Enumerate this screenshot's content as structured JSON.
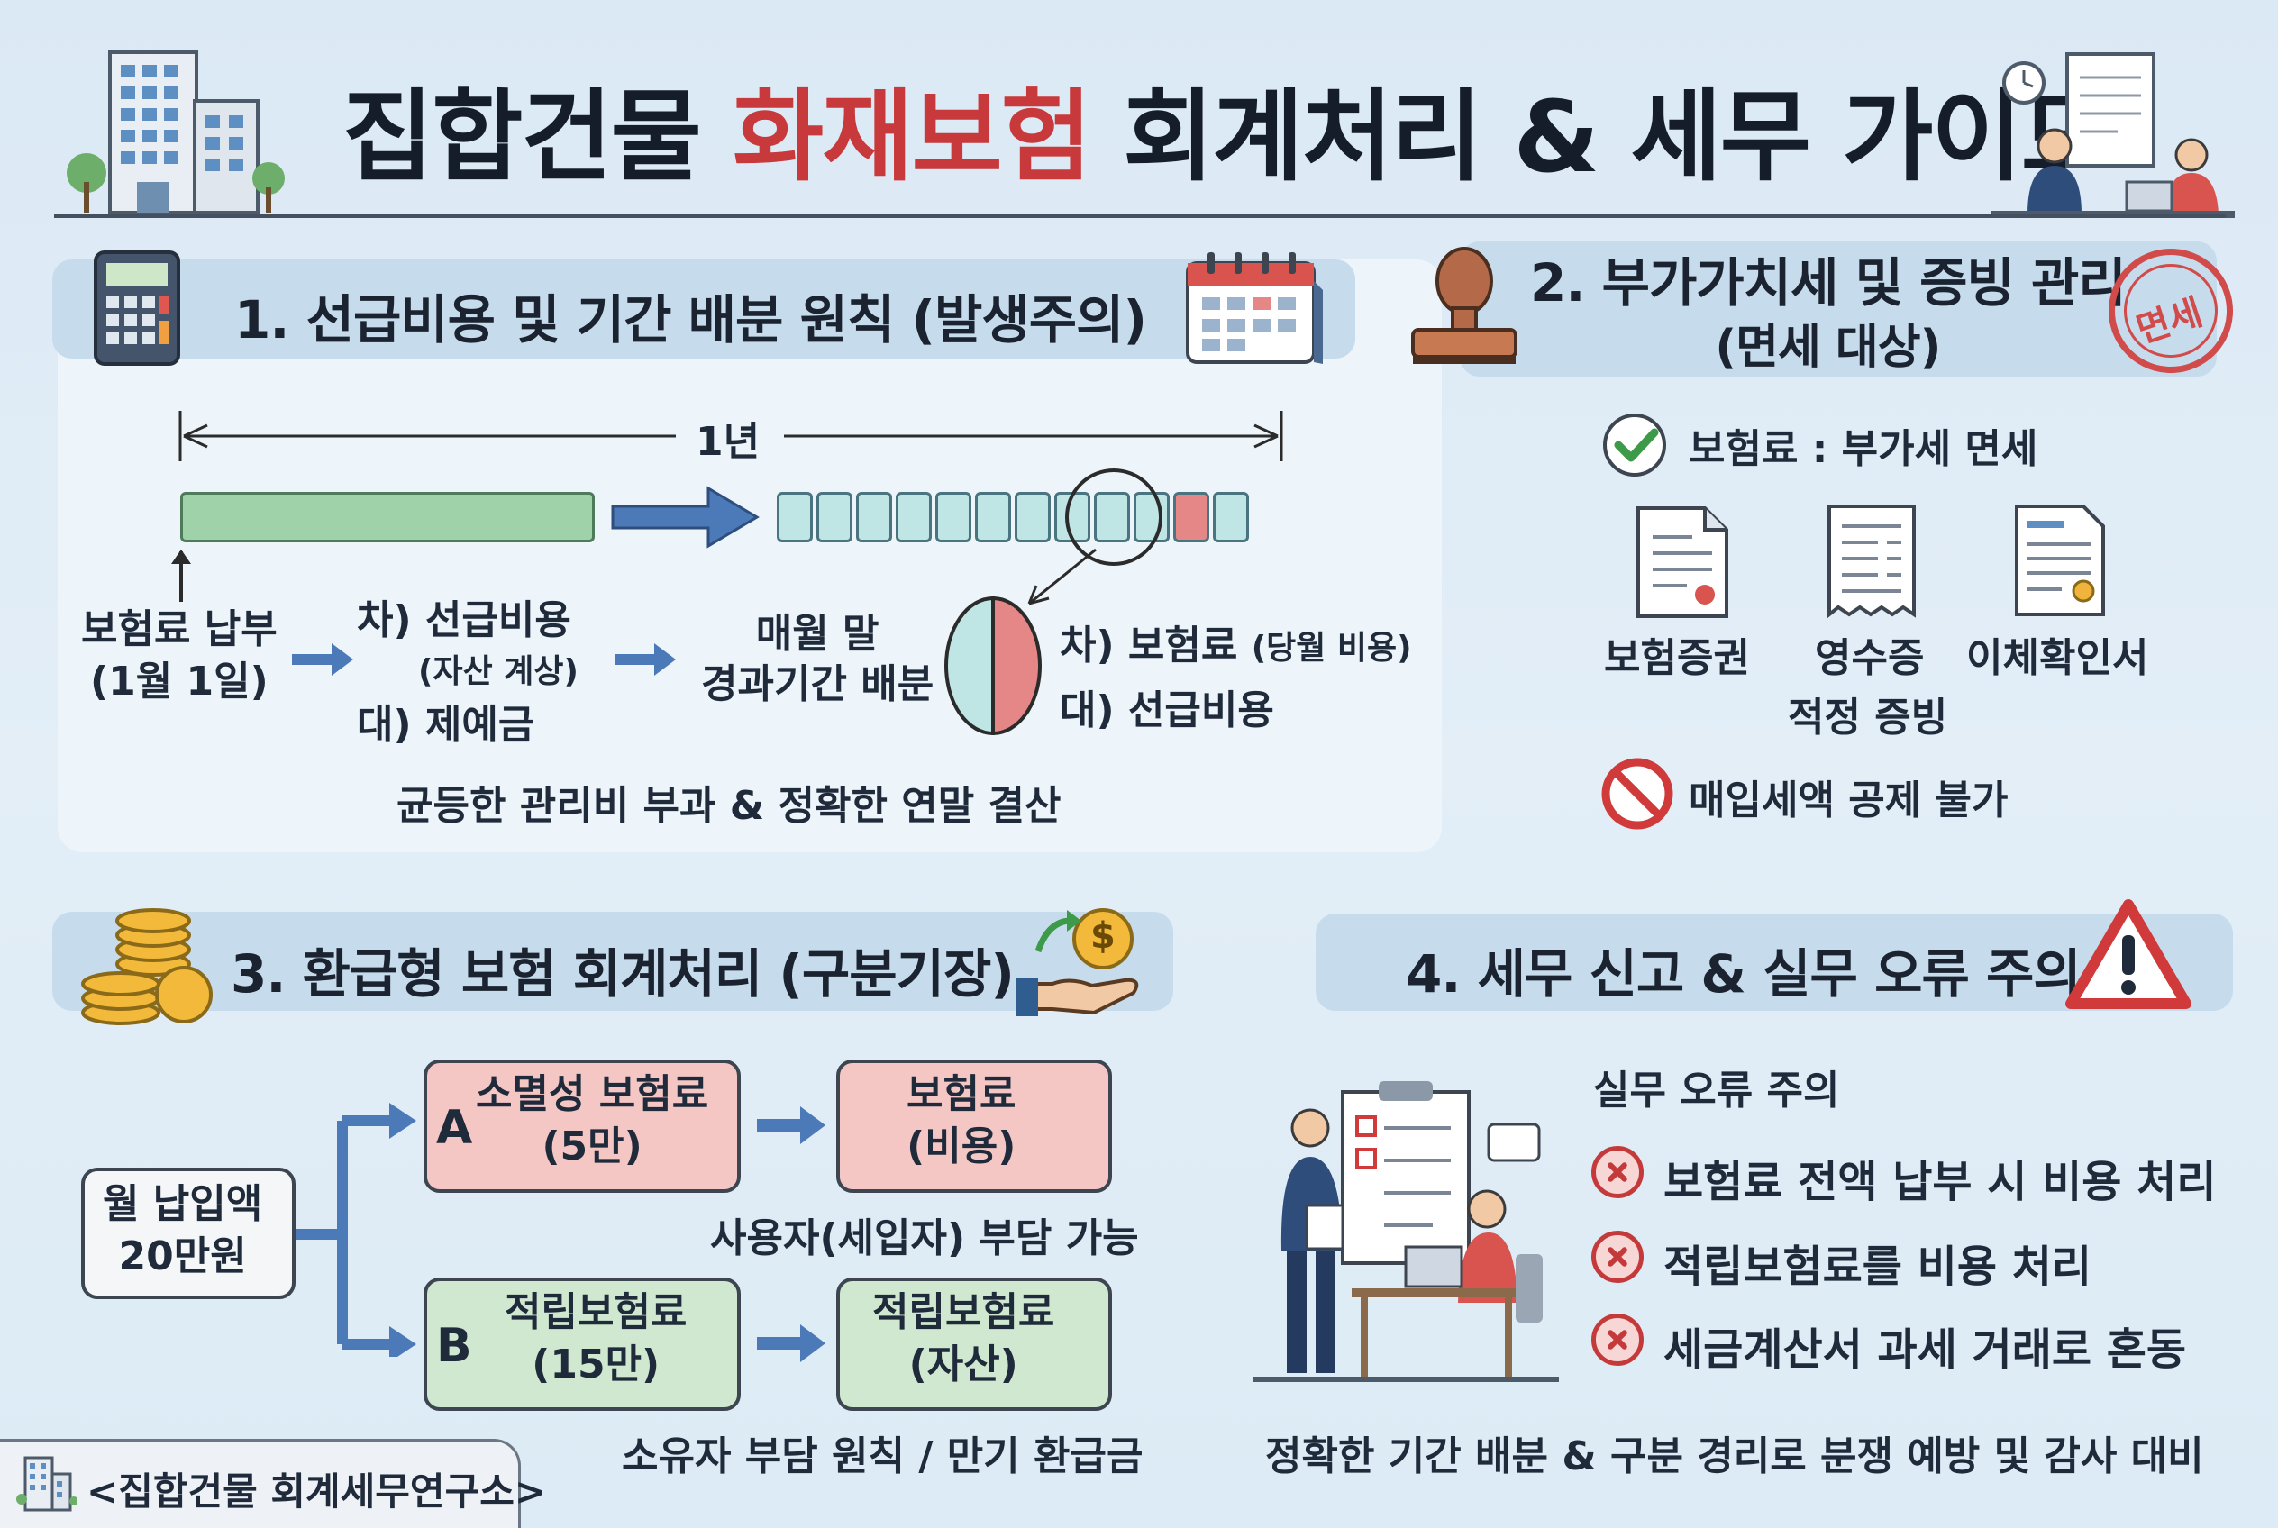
{
  "header": {
    "title_pre": "집합건물 ",
    "title_hl": "화재보험",
    "title_post": " 회계처리 & 세무 가이드"
  },
  "colors": {
    "accent_red": "#c8393b",
    "accent_green": "#9fd2a8",
    "accent_teal": "#bfe5e4",
    "band_blue": "#c6dcec"
  },
  "section1": {
    "title": "1. 선급비용 및 기간 배분 원칙 (발생주의)",
    "timeline_label": "1년",
    "payment_label_1": "보험료 납부",
    "payment_label_2": "(1월 1일)",
    "entry1_debit": "차) 선급비용",
    "entry1_note": "(자산 계상)",
    "entry1_credit": "대) 제예금",
    "monthly_1": "매월 말",
    "monthly_2": "경과기간 배분",
    "entry2_debit": "차) 보험료",
    "entry2_note": "(당월 비용)",
    "entry2_credit": "대) 선급비용",
    "footer": "균등한 관리비 부과 & 정확한 연말 결산"
  },
  "section2": {
    "title_1": "2. 부가가치세 및 증빙 관리",
    "title_2": "(면세 대상)",
    "stamp": "면세",
    "check_item": "보험료 : 부가세 면세",
    "doc1": "보험증권",
    "doc2": "영수증",
    "doc3": "이체확인서",
    "docs_caption": "적정 증빙",
    "no_item": "매입세액 공제 불가"
  },
  "section3": {
    "title": "3. 환급형 보험 회계처리 (구분기장)",
    "coin_symbol": "$",
    "monthly_1": "월 납입액",
    "monthly_2": "20만원",
    "a_letter": "A",
    "a_1": "소멸성 보험료",
    "a_2": "(5만)",
    "a_res_1": "보험료",
    "a_res_2": "(비용)",
    "a_caption": "사용자(세입자) 부담 가능",
    "b_letter": "B",
    "b_1": "적립보험료",
    "b_2": "(15만)",
    "b_res_1": "적립보험료",
    "b_res_2": "(자산)",
    "b_caption": "소유자 부담 원칙 / 만기 환급금"
  },
  "section4": {
    "title": "4. 세무 신고 & 실무 오류 주의",
    "warn_heading": "실무 오류 주의",
    "errors": [
      "보험료 전액 납부 시 비용 처리",
      "적립보험료를 비용 처리",
      "세금계산서 과세 거래로 혼동"
    ],
    "footer": "정확한 기간 배분 & 구분 경리로 분쟁 예방 및 감사 대비"
  },
  "footer_tag": "<집합건물 회계세무연구소>"
}
